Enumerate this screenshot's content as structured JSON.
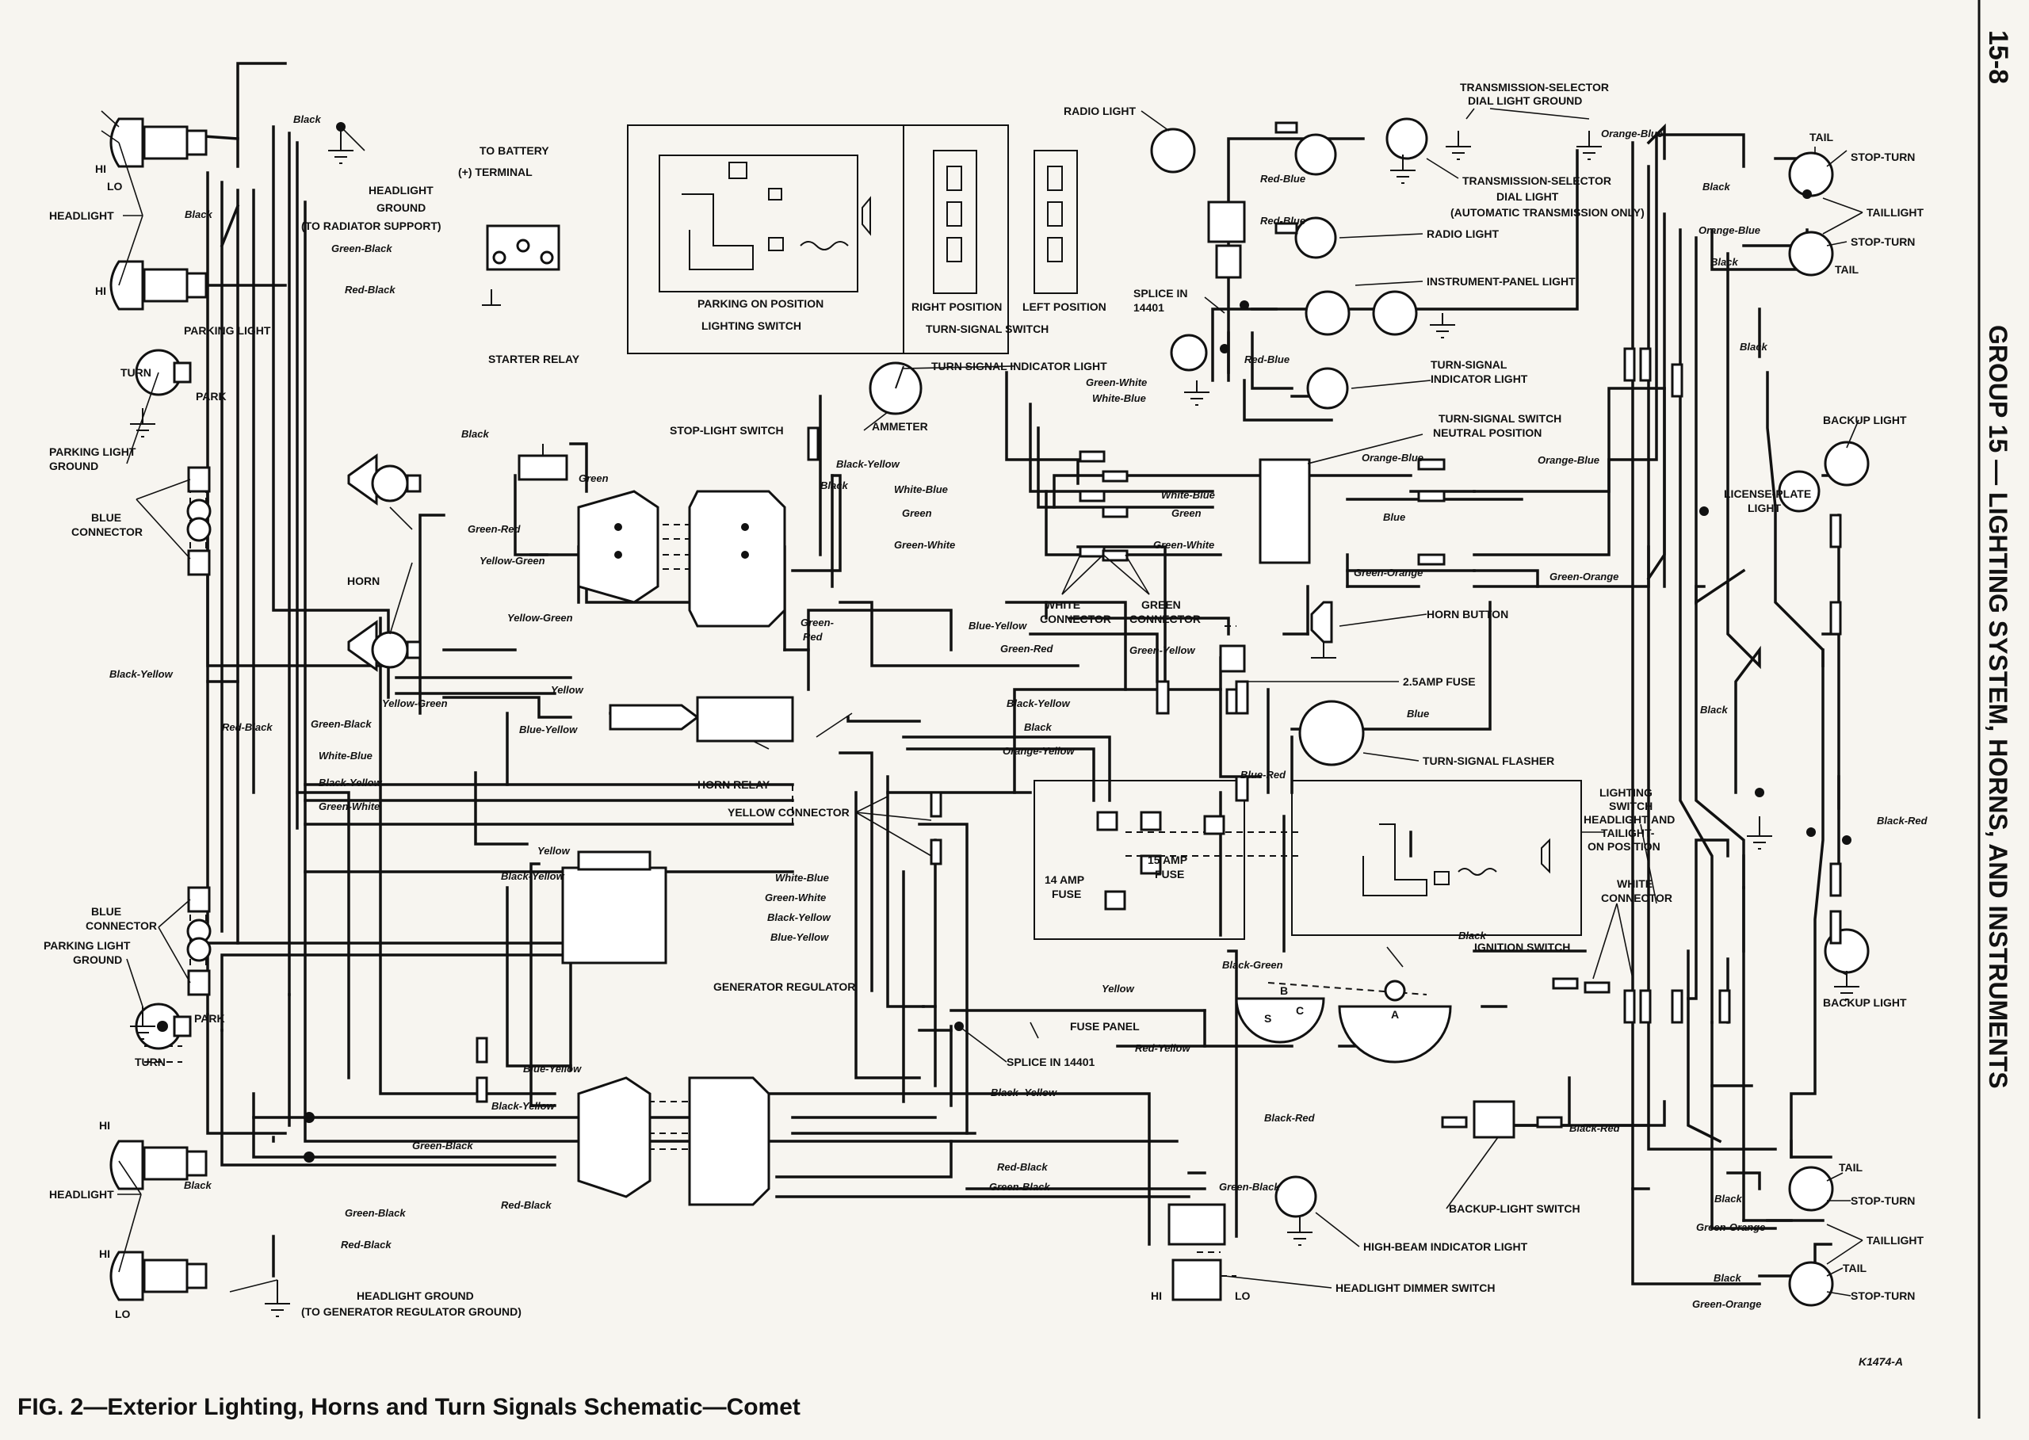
{
  "page": {
    "page_number": "15-8",
    "group_title": "GROUP 15 — LIGHTING SYSTEM, HORNS, AND INSTRUMENTS",
    "figure_caption": "FIG. 2—Exterior Lighting, Horns and Turn Signals Schematic—Comet",
    "figure_code": "K1474-A"
  },
  "components": {
    "headlight": "HEADLIGHT",
    "hi": "HI",
    "lo": "LO",
    "headlight_ground_top": "HEADLIGHT",
    "headlight_ground_top_2": "GROUND",
    "headlight_ground_top_3": "(TO RADIATOR SUPPORT)",
    "to_battery": "TO BATTERY",
    "battery_terminal": "(+) TERMINAL",
    "starter_relay": "STARTER RELAY",
    "parking_light": "PARKING LIGHT",
    "turn": "TURN",
    "park": "PARK",
    "parking_light_ground": "PARKING LIGHT",
    "parking_light_ground_2": "GROUND",
    "blue_connector": "BLUE",
    "blue_connector_2": "CONNECTOR",
    "horn": "HORN",
    "horn_relay": "HORN RELAY",
    "stop_light_switch": "STOP-LIGHT SWITCH",
    "ammeter": "AMMETER",
    "turn_signal_indicator_light": "TURN SIGNAL INDICATOR LIGHT",
    "parking_on_position": "PARKING ON POSITION",
    "lighting_switch": "LIGHTING SWITCH",
    "right_position": "RIGHT POSITION",
    "left_position": "LEFT POSITION",
    "turn_signal_switch": "TURN-SIGNAL SWITCH",
    "radio_light_top": "RADIO LIGHT",
    "trans_selector_ground": "TRANSMISSION-SELECTOR",
    "trans_selector_ground_2": "DIAL LIGHT GROUND",
    "trans_selector_light": "TRANSMISSION-SELECTOR",
    "trans_selector_light_2": "DIAL LIGHT",
    "trans_selector_light_3": "(AUTOMATIC TRANSMISSION ONLY)",
    "radio_light": "RADIO LIGHT",
    "instrument_panel_light": "INSTRUMENT-PANEL LIGHT",
    "splice_in": "SPLICE IN",
    "splice_num": "14401",
    "turn_signal_indicator": "TURN-SIGNAL",
    "turn_signal_indicator_2": "INDICATOR LIGHT",
    "ts_switch_neutral": "TURN-SIGNAL SWITCH",
    "ts_switch_neutral_2": "NEUTRAL POSITION",
    "white_connector": "WHITE",
    "white_connector_2": "CONNECTOR",
    "green_connector": "GREEN",
    "green_connector_2": "CONNECTOR",
    "horn_button": "HORN BUTTON",
    "fuse_2_5": "2.5AMP FUSE",
    "turn_signal_flasher": "TURN-SIGNAL FLASHER",
    "ls_headlight": "LIGHTING",
    "ls_headlight_2": "SWITCH",
    "ls_headlight_3": "HEADLIGHT AND",
    "ls_headlight_4": "TAILIGHT-",
    "ls_headlight_5": "ON POSITION",
    "yellow_connector": "YELLOW CONNECTOR",
    "fuse_14": "14 AMP",
    "fuse_14_2": "FUSE",
    "fuse_15": "15 AMP",
    "fuse_15_2": "FUSE",
    "fuse_panel": "FUSE PANEL",
    "splice_14401": "SPLICE IN 14401",
    "generator_regulator": "GENERATOR REGULATOR",
    "ignition_switch": "IGNITION SWITCH",
    "white_connector_r": "WHITE",
    "white_connector_r_2": "CONNECTOR",
    "backup_light_switch": "BACKUP-LIGHT SWITCH",
    "high_beam_indicator": "HIGH-BEAM INDICATOR LIGHT",
    "headlight_dimmer": "HEADLIGHT DIMMER SWITCH",
    "headlight_ground_bot": "HEADLIGHT GROUND",
    "headlight_ground_bot_2": "(TO GENERATOR REGULATOR GROUND)",
    "tail": "TAIL",
    "stop_turn": "STOP-TURN",
    "taillight": "TAILLIGHT",
    "backup_light": "BACKUP LIGHT",
    "license_plate_light": "LICENSE-PLATE",
    "license_plate_light_2": "LIGHT",
    "switch_b": "B",
    "switch_c": "C",
    "switch_s": "S",
    "switch_a": "A"
  },
  "wires": {
    "black": "Black",
    "green_black": "Green-Black",
    "red_black": "Red-Black",
    "black_yellow": "Black-Yellow",
    "white_blue": "White-Blue",
    "green": "Green",
    "green_white": "Green-White",
    "green_red": "Green-Red",
    "green_red_2": "Green-",
    "green_red_3": "Red",
    "yellow_green": "Yellow-Green",
    "yellow": "Yellow",
    "blue_yellow": "Blue-Yellow",
    "blue": "Blue",
    "blue_red": "Blue-Red",
    "orange_yellow": "Orange-Yellow",
    "orange_blue": "Orange-Blue",
    "green_orange": "Green-Orange",
    "green_yellow": "Green-Yellow",
    "red_blue": "Red-Blue",
    "black_green": "Black-Green",
    "red_yellow": "Red-Yellow",
    "black_red": "Black-Red",
    "black_yellow_sp": "Black- Yellow"
  }
}
